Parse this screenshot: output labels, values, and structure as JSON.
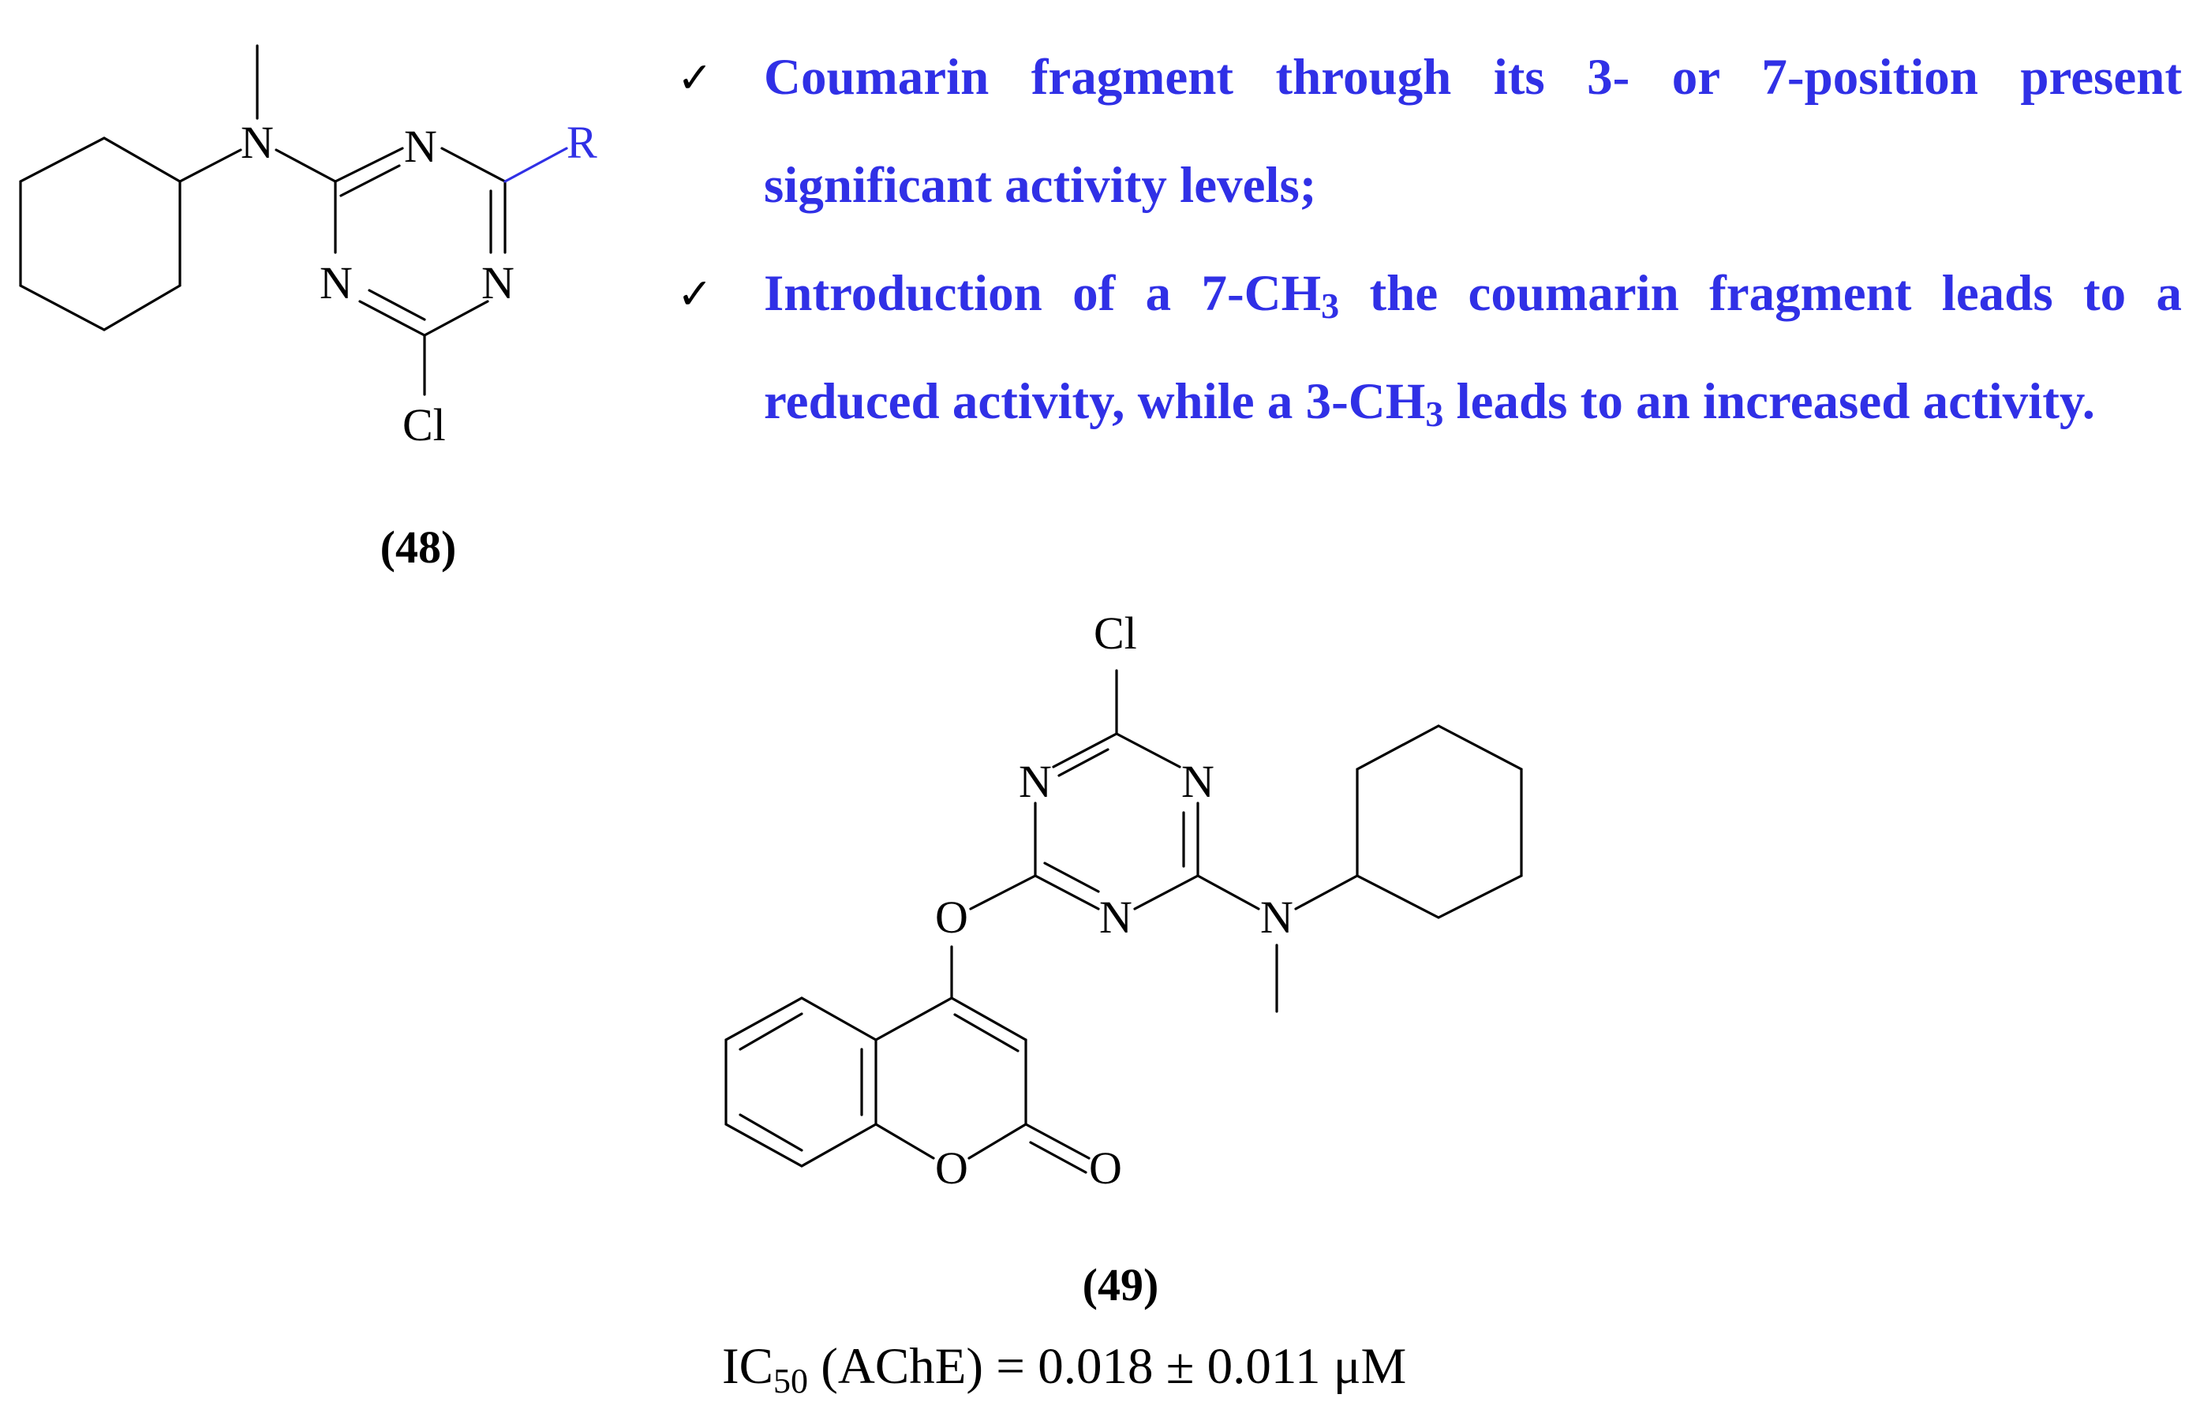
{
  "colors": {
    "accent_blue": "#3030e6",
    "text_black": "#000000"
  },
  "icons": {
    "bullet": "check-mark-icon"
  },
  "bullets": [
    {
      "check": "✓",
      "text": "Coumarin fragment through its 3- or 7-position present significant activity levels;"
    },
    {
      "check": "✓",
      "text_a": "Introduction of a 7-CH",
      "sub_a": "3",
      "text_b": " the coumarin fragment leads to a reduced activity, while a 3-CH",
      "sub_b": "3",
      "text_c": " leads to an increased activity."
    }
  ],
  "compound_48": {
    "label": "(48)",
    "atoms": {
      "amine_n": "N",
      "ring_n1": "N",
      "ring_n2": "N",
      "ring_n3": "N",
      "chlorine": "Cl",
      "substituent": "R"
    }
  },
  "compound_49": {
    "label": "(49)",
    "atoms": {
      "chlorine": "Cl",
      "ring_n1": "N",
      "ring_n2": "N",
      "ring_n3": "N",
      "amine_n": "N",
      "ether_o": "O",
      "lactone_o": "O",
      "carbonyl_o": "O"
    },
    "activity": {
      "prefix": "IC",
      "sub": "50",
      "text": " (AChE) = 0.018 ± 0.011 μM"
    }
  }
}
